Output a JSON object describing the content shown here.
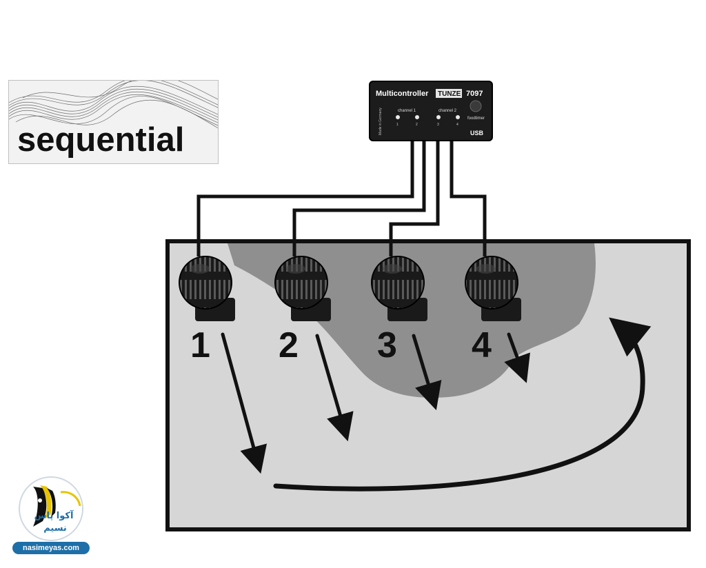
{
  "badge": {
    "label": "sequential"
  },
  "controller": {
    "title": "Multicontroller",
    "brand": "TUNZE",
    "model": "7097",
    "channel1_label": "channel 1",
    "channel2_label": "channel 2",
    "led_labels": [
      "1",
      "2",
      "3",
      "4"
    ],
    "button_label": "foodtimer",
    "made_in": "Made in Germany",
    "usb_label": "USB"
  },
  "pumps": [
    {
      "number": "1"
    },
    {
      "number": "2"
    },
    {
      "number": "3"
    },
    {
      "number": "4"
    }
  ],
  "watermark": {
    "brand_line1": "آکوا پاس",
    "brand_line2": "نسیم",
    "url": "nasimeyas.com"
  },
  "colors": {
    "tank_fill": "#d6d6d6",
    "rock_fill": "#8f8f8f",
    "line": "#111111",
    "logo_blue": "#1e6fa8"
  }
}
